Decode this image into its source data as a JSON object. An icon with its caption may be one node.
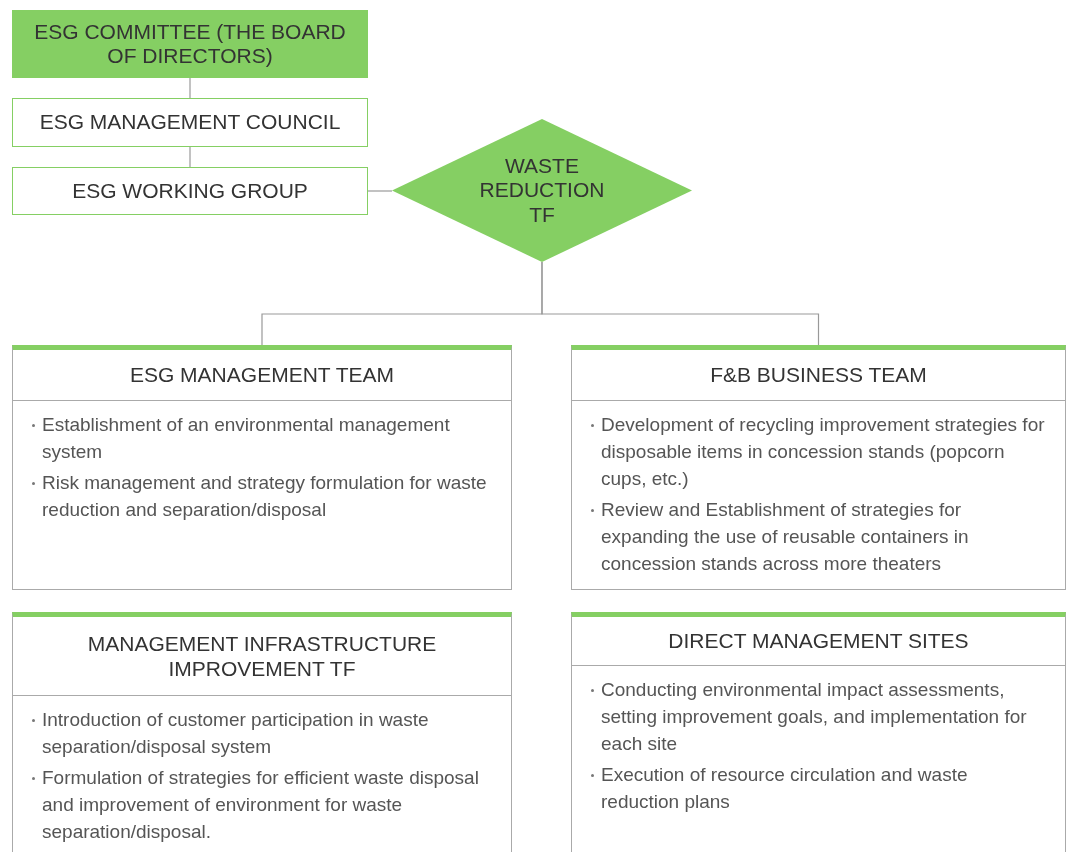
{
  "diagram": {
    "nodes": [
      {
        "text": [
          "ESG COMMITTEE (THE BOARD OF DIRECTORS)"
        ]
      },
      {
        "text": [
          "ESG MANAGEMENT COUNCIL"
        ]
      },
      {
        "text": [
          "ESG WORKING GROUP"
        ]
      },
      {
        "text": [
          "WASTE REDUCTION TF"
        ]
      },
      {
        "text": [
          "ESG MANAGEMENT TEAM",
          "Establishment of an environmental management system",
          "Risk management and strategy formulation for waste reduction and separation/disposal"
        ]
      },
      {
        "text": [
          "F&B BUSINESS TEAM",
          "Development of recycling improvement strategies for disposable items in concession stands (popcorn cups, etc.)",
          "Review and Establishment of strategies for expanding the use of reusable containers in concession stands across more theaters"
        ]
      },
      {
        "text": [
          "MANAGEMENT INFRASTRUCTURE IMPROVEMENT TF",
          "Introduction of customer participation in waste separation/disposal system",
          "Formulation of strategies for efficient waste disposal and improvement of environment for waste separation/disposal."
        ]
      },
      {
        "text": [
          "DIRECT MANAGEMENT SITES",
          "Conducting environmental impact assessments, setting improvement goals, and implementation for each site",
          "Execution of resource circulation and waste reduction plans"
        ]
      }
    ],
    "edges": [
      {
        "from": 0,
        "to": 1,
        "arrow": "none"
      },
      {
        "from": 1,
        "to": 2,
        "arrow": "none"
      },
      {
        "from": 2,
        "to": 3,
        "arrow": "none"
      },
      {
        "from": 3,
        "to": 4,
        "arrow": "none"
      },
      {
        "from": 3,
        "to": 5,
        "arrow": "none"
      }
    ]
  }
}
